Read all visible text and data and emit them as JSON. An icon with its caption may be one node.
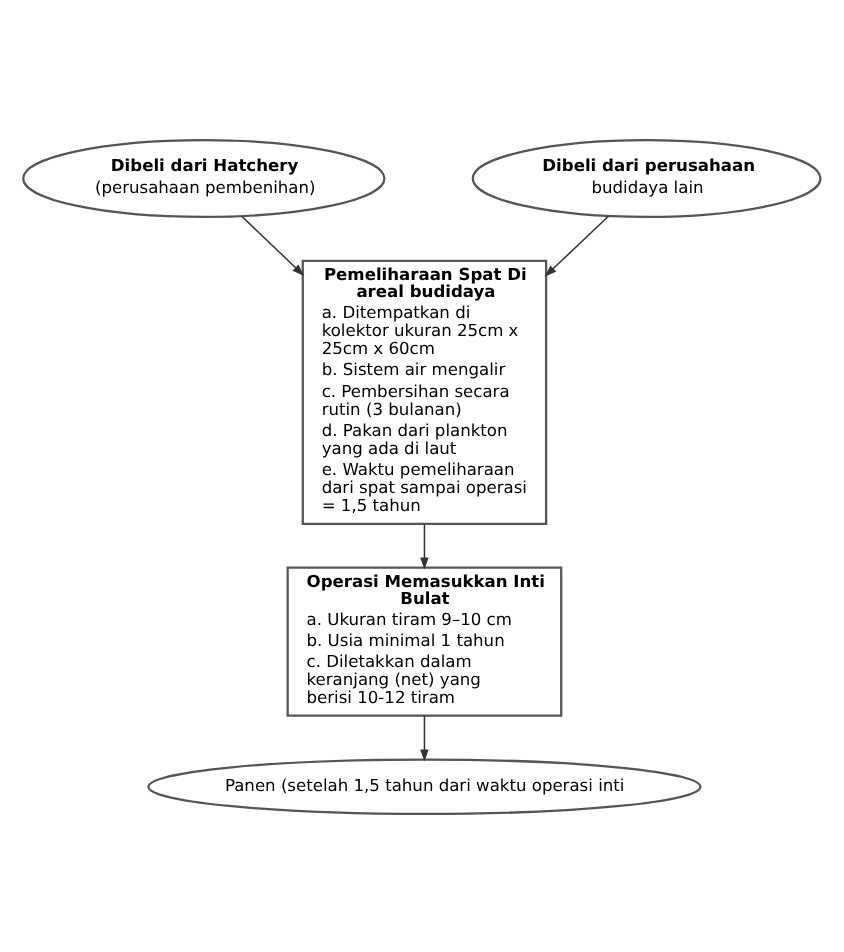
{
  "diagram": {
    "nodes": [
      {
        "text": [
          "Dibeli dari Hatchery",
          "(perusahaan pembenihan)"
        ]
      },
      {
        "text": [
          "Dibeli dari perusahaan",
          "budidaya lain"
        ]
      },
      {
        "text": [
          "Pemeliharaan Spat Di areal budidaya",
          "a. Ditempatkan di kolektor ukuran 25cm x 25cm x 60cm",
          "b. Sistem air mengalir",
          "c. Pembersihan secara rutin (3 bulanan)",
          "d. Pakan dari plankton yang ada di laut",
          "e. Waktu pemeliharaan dari spat sampai operasi = 1,5 tahun"
        ]
      },
      {
        "text": [
          "Operasi Memasukkan Inti Bulat",
          "a. Ukuran tiram 9–10 cm",
          "b. Usia minimal 1 tahun",
          "c. Diletakkan dalam keranjang (net) yang berisi 10-12 tiram"
        ]
      },
      {
        "text": [
          "Panen (setelah 1,5 tahun dari waktu operasi inti"
        ]
      }
    ],
    "edges": [
      {
        "from": 0,
        "to": 2,
        "arrow": "to"
      },
      {
        "from": 1,
        "to": 2,
        "arrow": "to"
      },
      {
        "from": 2,
        "to": 3,
        "arrow": "to"
      },
      {
        "from": 3,
        "to": 4,
        "arrow": "to"
      }
    ]
  }
}
